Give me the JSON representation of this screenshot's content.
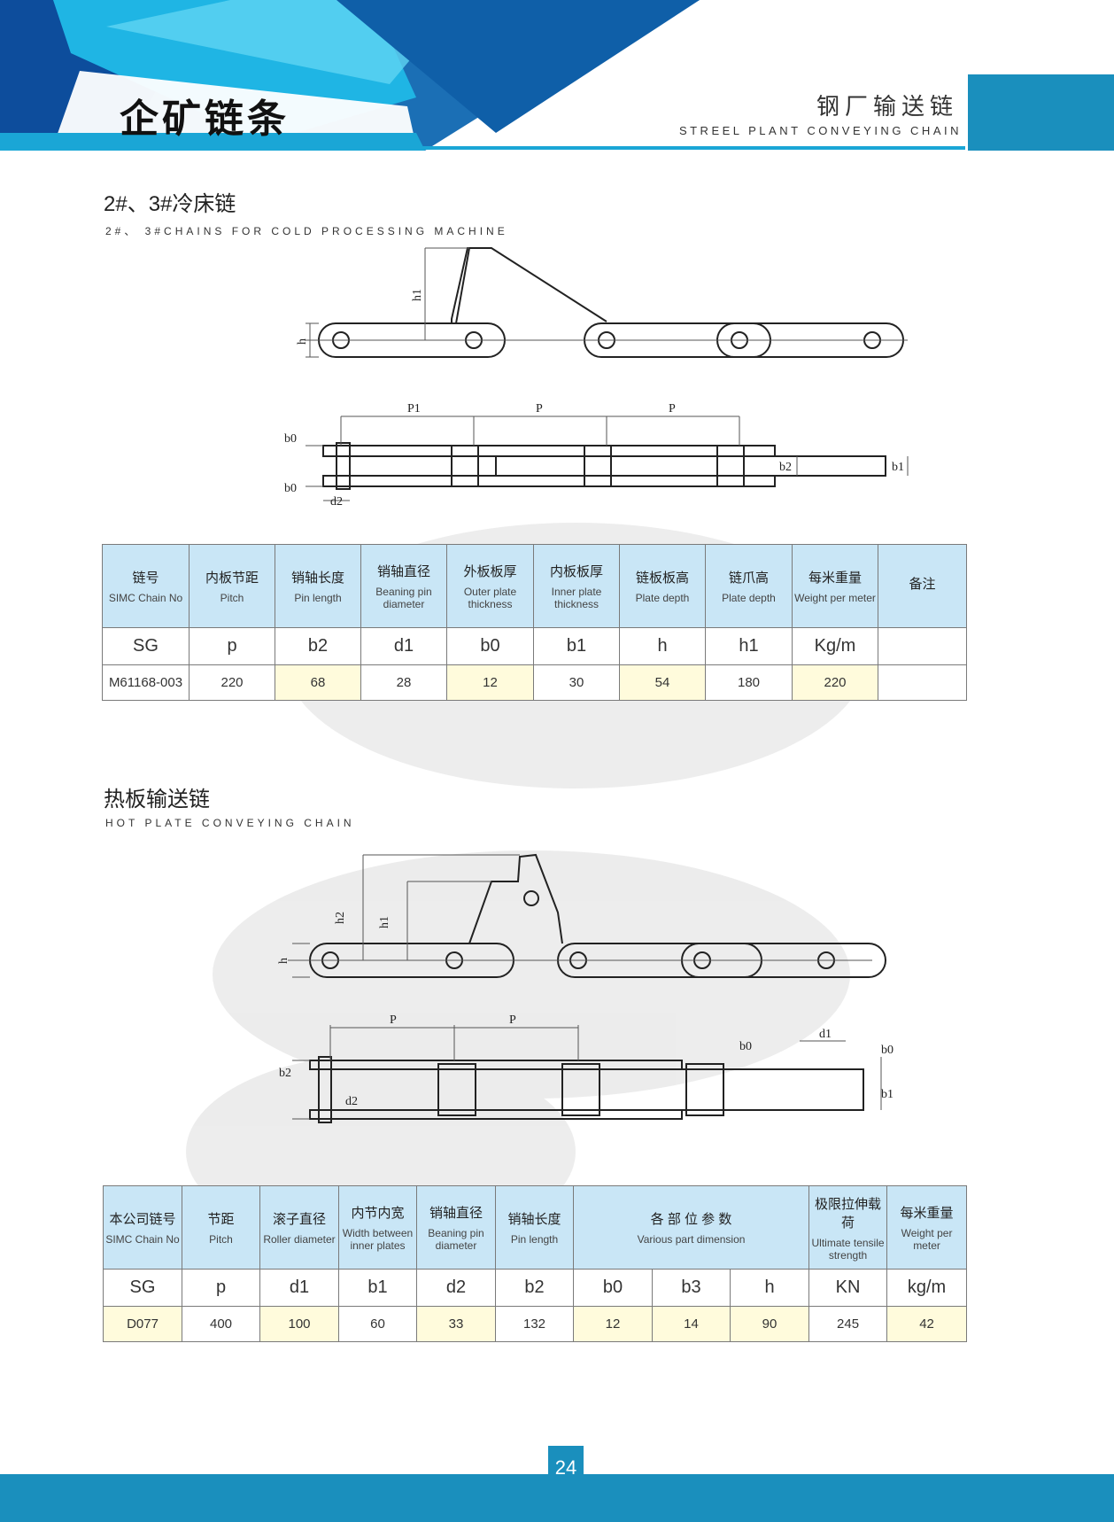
{
  "header": {
    "brand": "企矿链条",
    "category_cn": "钢厂输送链",
    "category_en": "Streel plant conveying chain"
  },
  "section1": {
    "title_cn": "2#、3#冷床链",
    "title_en": "2#、 3#Chains for cold processing machine",
    "dims": {
      "h1": "h1",
      "h": "h",
      "p1": "P1",
      "p": "P",
      "b0": "b0",
      "b2": "b2",
      "b1": "b1",
      "d2": "d2"
    },
    "table": {
      "headers": [
        {
          "cn": "链号",
          "en": "SIMC Chain No"
        },
        {
          "cn": "内板节距",
          "en": "Pitch"
        },
        {
          "cn": "销轴长度",
          "en": "Pin length"
        },
        {
          "cn": "销轴直径",
          "en": "Beaning pin diameter"
        },
        {
          "cn": "外板板厚",
          "en": "Outer plate thickness"
        },
        {
          "cn": "内板板厚",
          "en": "Inner plate thickness"
        },
        {
          "cn": "链板板高",
          "en": "Plate depth"
        },
        {
          "cn": "链爪高",
          "en": "Plate depth"
        },
        {
          "cn": "每米重量",
          "en": "Weight per meter"
        },
        {
          "cn": "备注",
          "en": ""
        }
      ],
      "symbols": [
        "SG",
        "p",
        "b2",
        "d1",
        "b0",
        "b1",
        "h",
        "h1",
        "Kg/m",
        ""
      ],
      "rows": [
        [
          "M61168-003",
          "220",
          "68",
          "28",
          "12",
          "30",
          "54",
          "180",
          "220",
          ""
        ]
      ]
    }
  },
  "section2": {
    "title_cn": "热板输送链",
    "title_en": "Hot plate conveying chain",
    "dims": {
      "h2": "h2",
      "h1": "h1",
      "h": "h",
      "p": "P",
      "b0": "b0",
      "d1": "d1",
      "b2": "b2",
      "b1": "b1",
      "d2": "d2"
    },
    "table": {
      "headers": [
        {
          "cn": "本公司链号",
          "en": "SIMC Chain No"
        },
        {
          "cn": "节距",
          "en": "Pitch"
        },
        {
          "cn": "滚子直径",
          "en": "Roller diameter"
        },
        {
          "cn": "内节内宽",
          "en": "Width between inner plates"
        },
        {
          "cn": "销轴直径",
          "en": "Beaning pin diameter"
        },
        {
          "cn": "销轴长度",
          "en": "Pin length"
        },
        {
          "cn": "各 部 位 参 数",
          "en": "Various part dimension"
        },
        {
          "cn": "极限拉伸载荷",
          "en": "Ultimate tensile strength"
        },
        {
          "cn": "每米重量",
          "en": "Weight per meter"
        }
      ],
      "symbols": [
        "SG",
        "p",
        "d1",
        "b1",
        "d2",
        "b2",
        "b0",
        "b3",
        "h",
        "KN",
        "kg/m"
      ],
      "rows": [
        [
          "D077",
          "400",
          "100",
          "60",
          "33",
          "132",
          "12",
          "14",
          "90",
          "245",
          "42"
        ]
      ]
    }
  },
  "footer": {
    "page": "24"
  },
  "colors": {
    "accent": "#1a8fbd",
    "header_cell": "#c9e6f6",
    "highlight_cell": "#fffbdc"
  }
}
